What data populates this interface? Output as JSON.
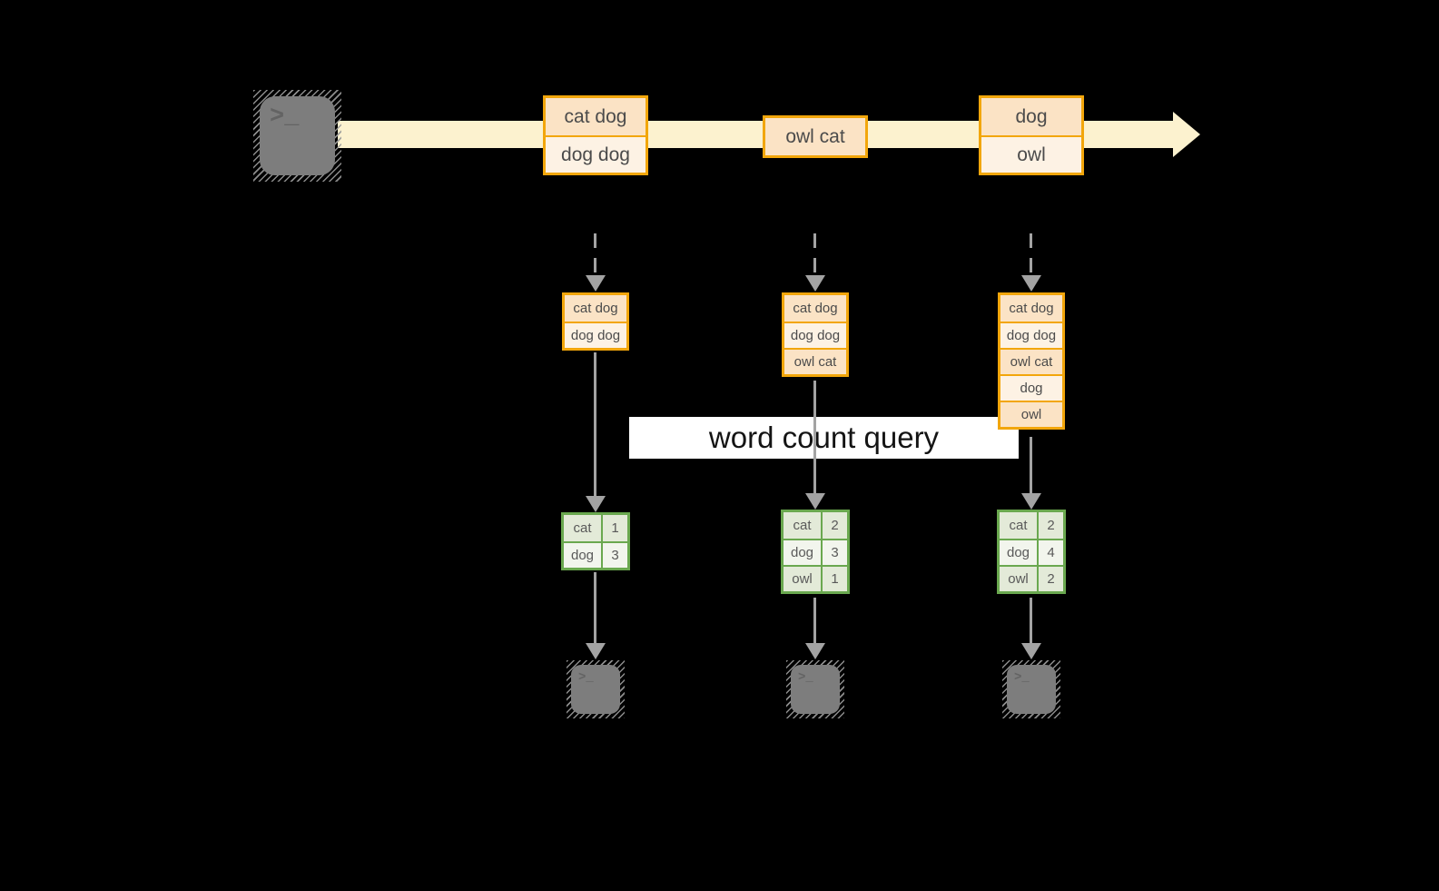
{
  "query_label": "word count query",
  "terminal_glyph": ">_",
  "colors": {
    "background": "#000000",
    "stream_band": "#fcf2cf",
    "box_border": "#f2a60b",
    "cell_dark": "#fbe3c5",
    "cell_light": "#fdf2e4",
    "table_border": "#6aa84f",
    "row_dark": "#e3ead8",
    "row_light": "#f2f5ed",
    "arrow_gray": "#a3a3a3",
    "terminal_gray": "#7d7d7d"
  },
  "icons": {
    "source": "terminal-icon",
    "workers": [
      "terminal-icon",
      "terminal-icon",
      "terminal-icon"
    ]
  },
  "stream": {
    "batches": [
      {
        "cells": [
          "cat dog",
          "dog dog"
        ]
      },
      {
        "cells": [
          "owl cat"
        ]
      },
      {
        "cells": [
          "dog",
          "owl"
        ]
      }
    ]
  },
  "input_tables": [
    {
      "cells": [
        "cat dog",
        "dog dog"
      ]
    },
    {
      "cells": [
        "cat dog",
        "dog dog",
        "owl cat"
      ]
    },
    {
      "cells": [
        "cat dog",
        "dog dog",
        "owl cat",
        "dog",
        "owl"
      ]
    }
  ],
  "result_tables": [
    {
      "rows": [
        {
          "word": "cat",
          "count": "1"
        },
        {
          "word": "dog",
          "count": "3"
        }
      ]
    },
    {
      "rows": [
        {
          "word": "cat",
          "count": "2"
        },
        {
          "word": "dog",
          "count": "3"
        },
        {
          "word": "owl",
          "count": "1"
        }
      ]
    },
    {
      "rows": [
        {
          "word": "cat",
          "count": "2"
        },
        {
          "word": "dog",
          "count": "4"
        },
        {
          "word": "owl",
          "count": "2"
        }
      ]
    }
  ]
}
